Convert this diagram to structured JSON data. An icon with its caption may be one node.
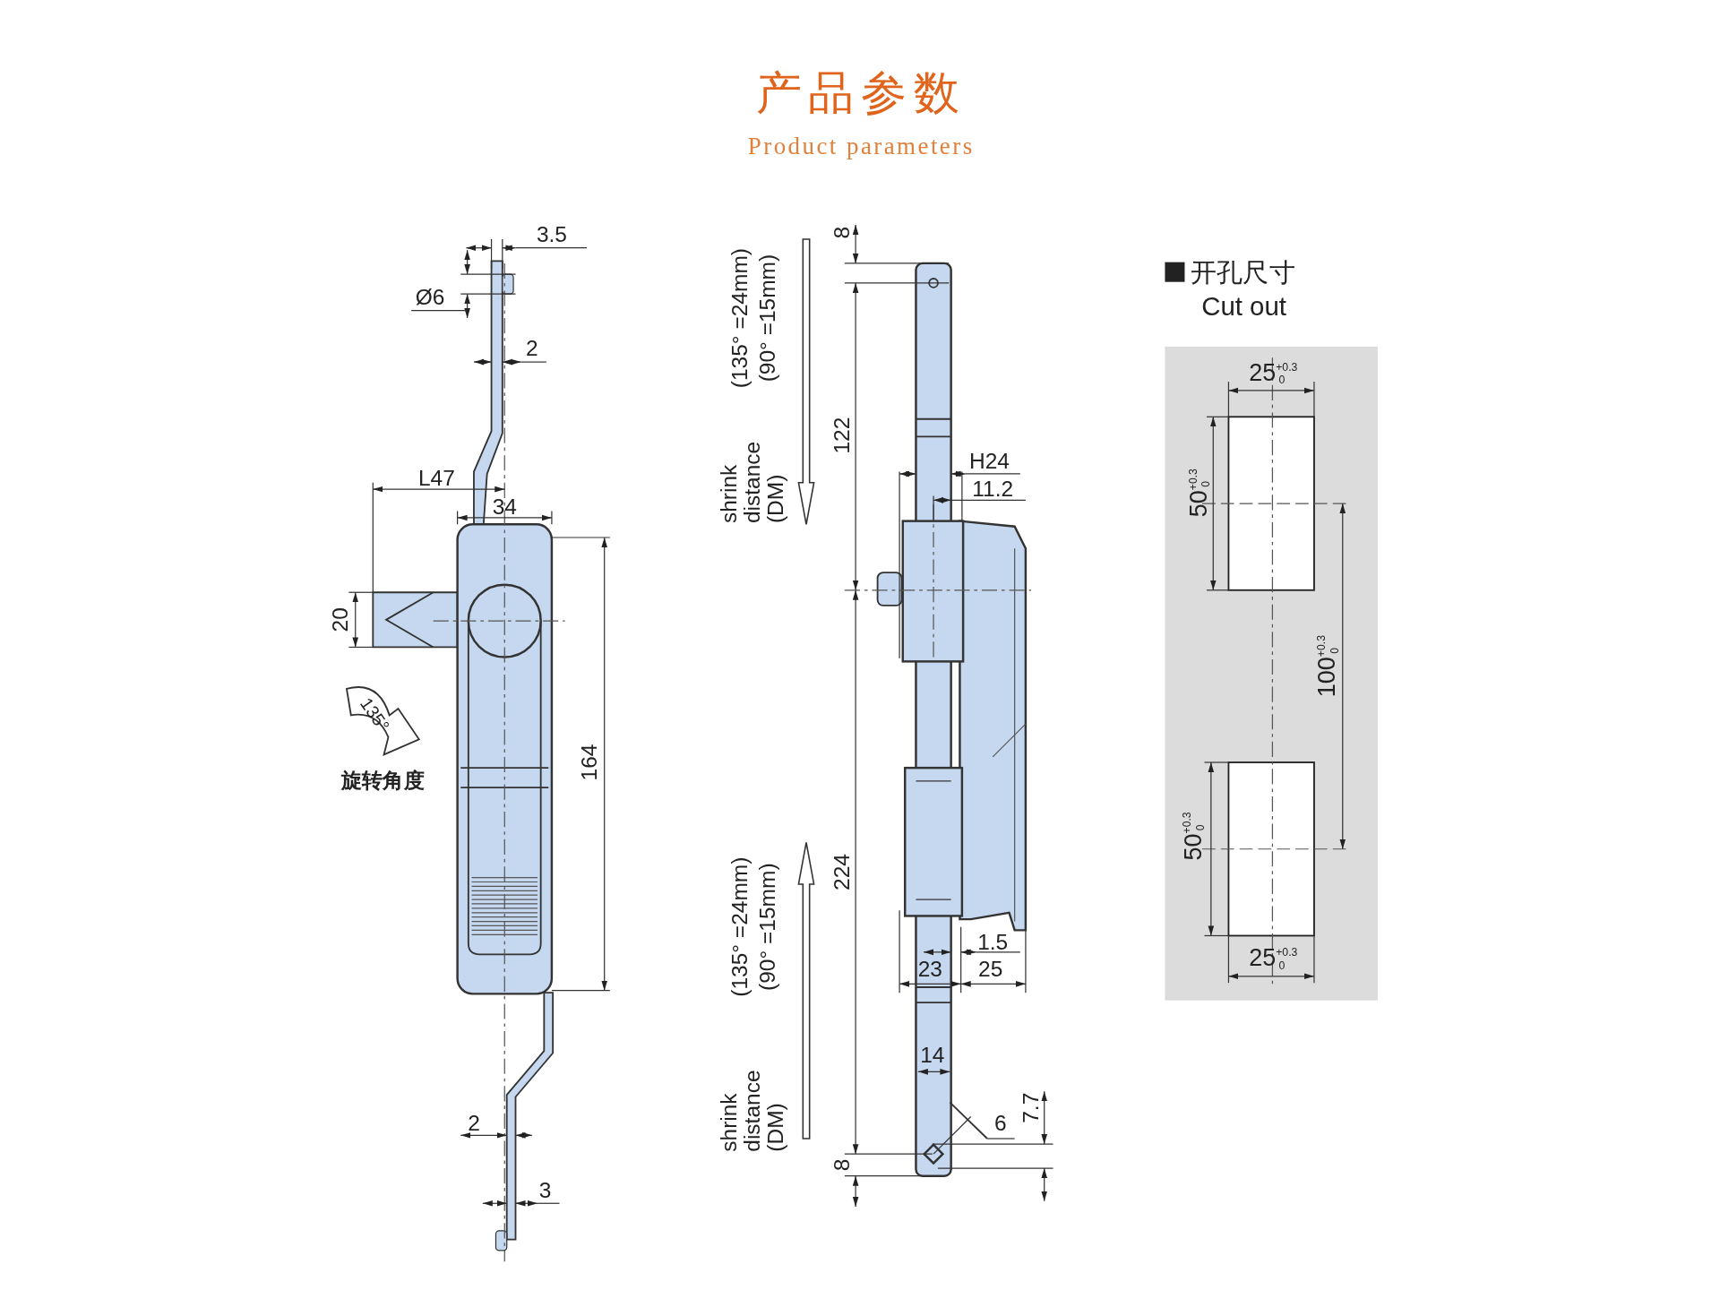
{
  "diagram": {
    "title": "产品参数",
    "labels": [
      "Product parameters",
      "3.5",
      "Ø6",
      "2",
      "L47",
      "34",
      "20",
      "135°",
      "旋转角度",
      "164",
      "2",
      "3",
      "(135° =24mm)",
      "(90° =15mm)",
      "shrink distance (DM)",
      "8",
      "122",
      "H24",
      "11.2",
      "224",
      "1.5",
      "23",
      "25",
      "(135° =24mm)",
      "(90° =15mm)",
      "shrink distance (DM)",
      "14",
      "6",
      "7.7",
      "8",
      "开孔尺寸",
      "Cut out",
      "25$^{+0.3}$$_{0}$",
      "50$^{+0.3}$$_{0}$",
      "100$^{+0.3}$$_{0}$",
      "50$^{+0.3}$$_{0}$",
      "25$^{+0.3}$$_{0}$"
    ]
  }
}
